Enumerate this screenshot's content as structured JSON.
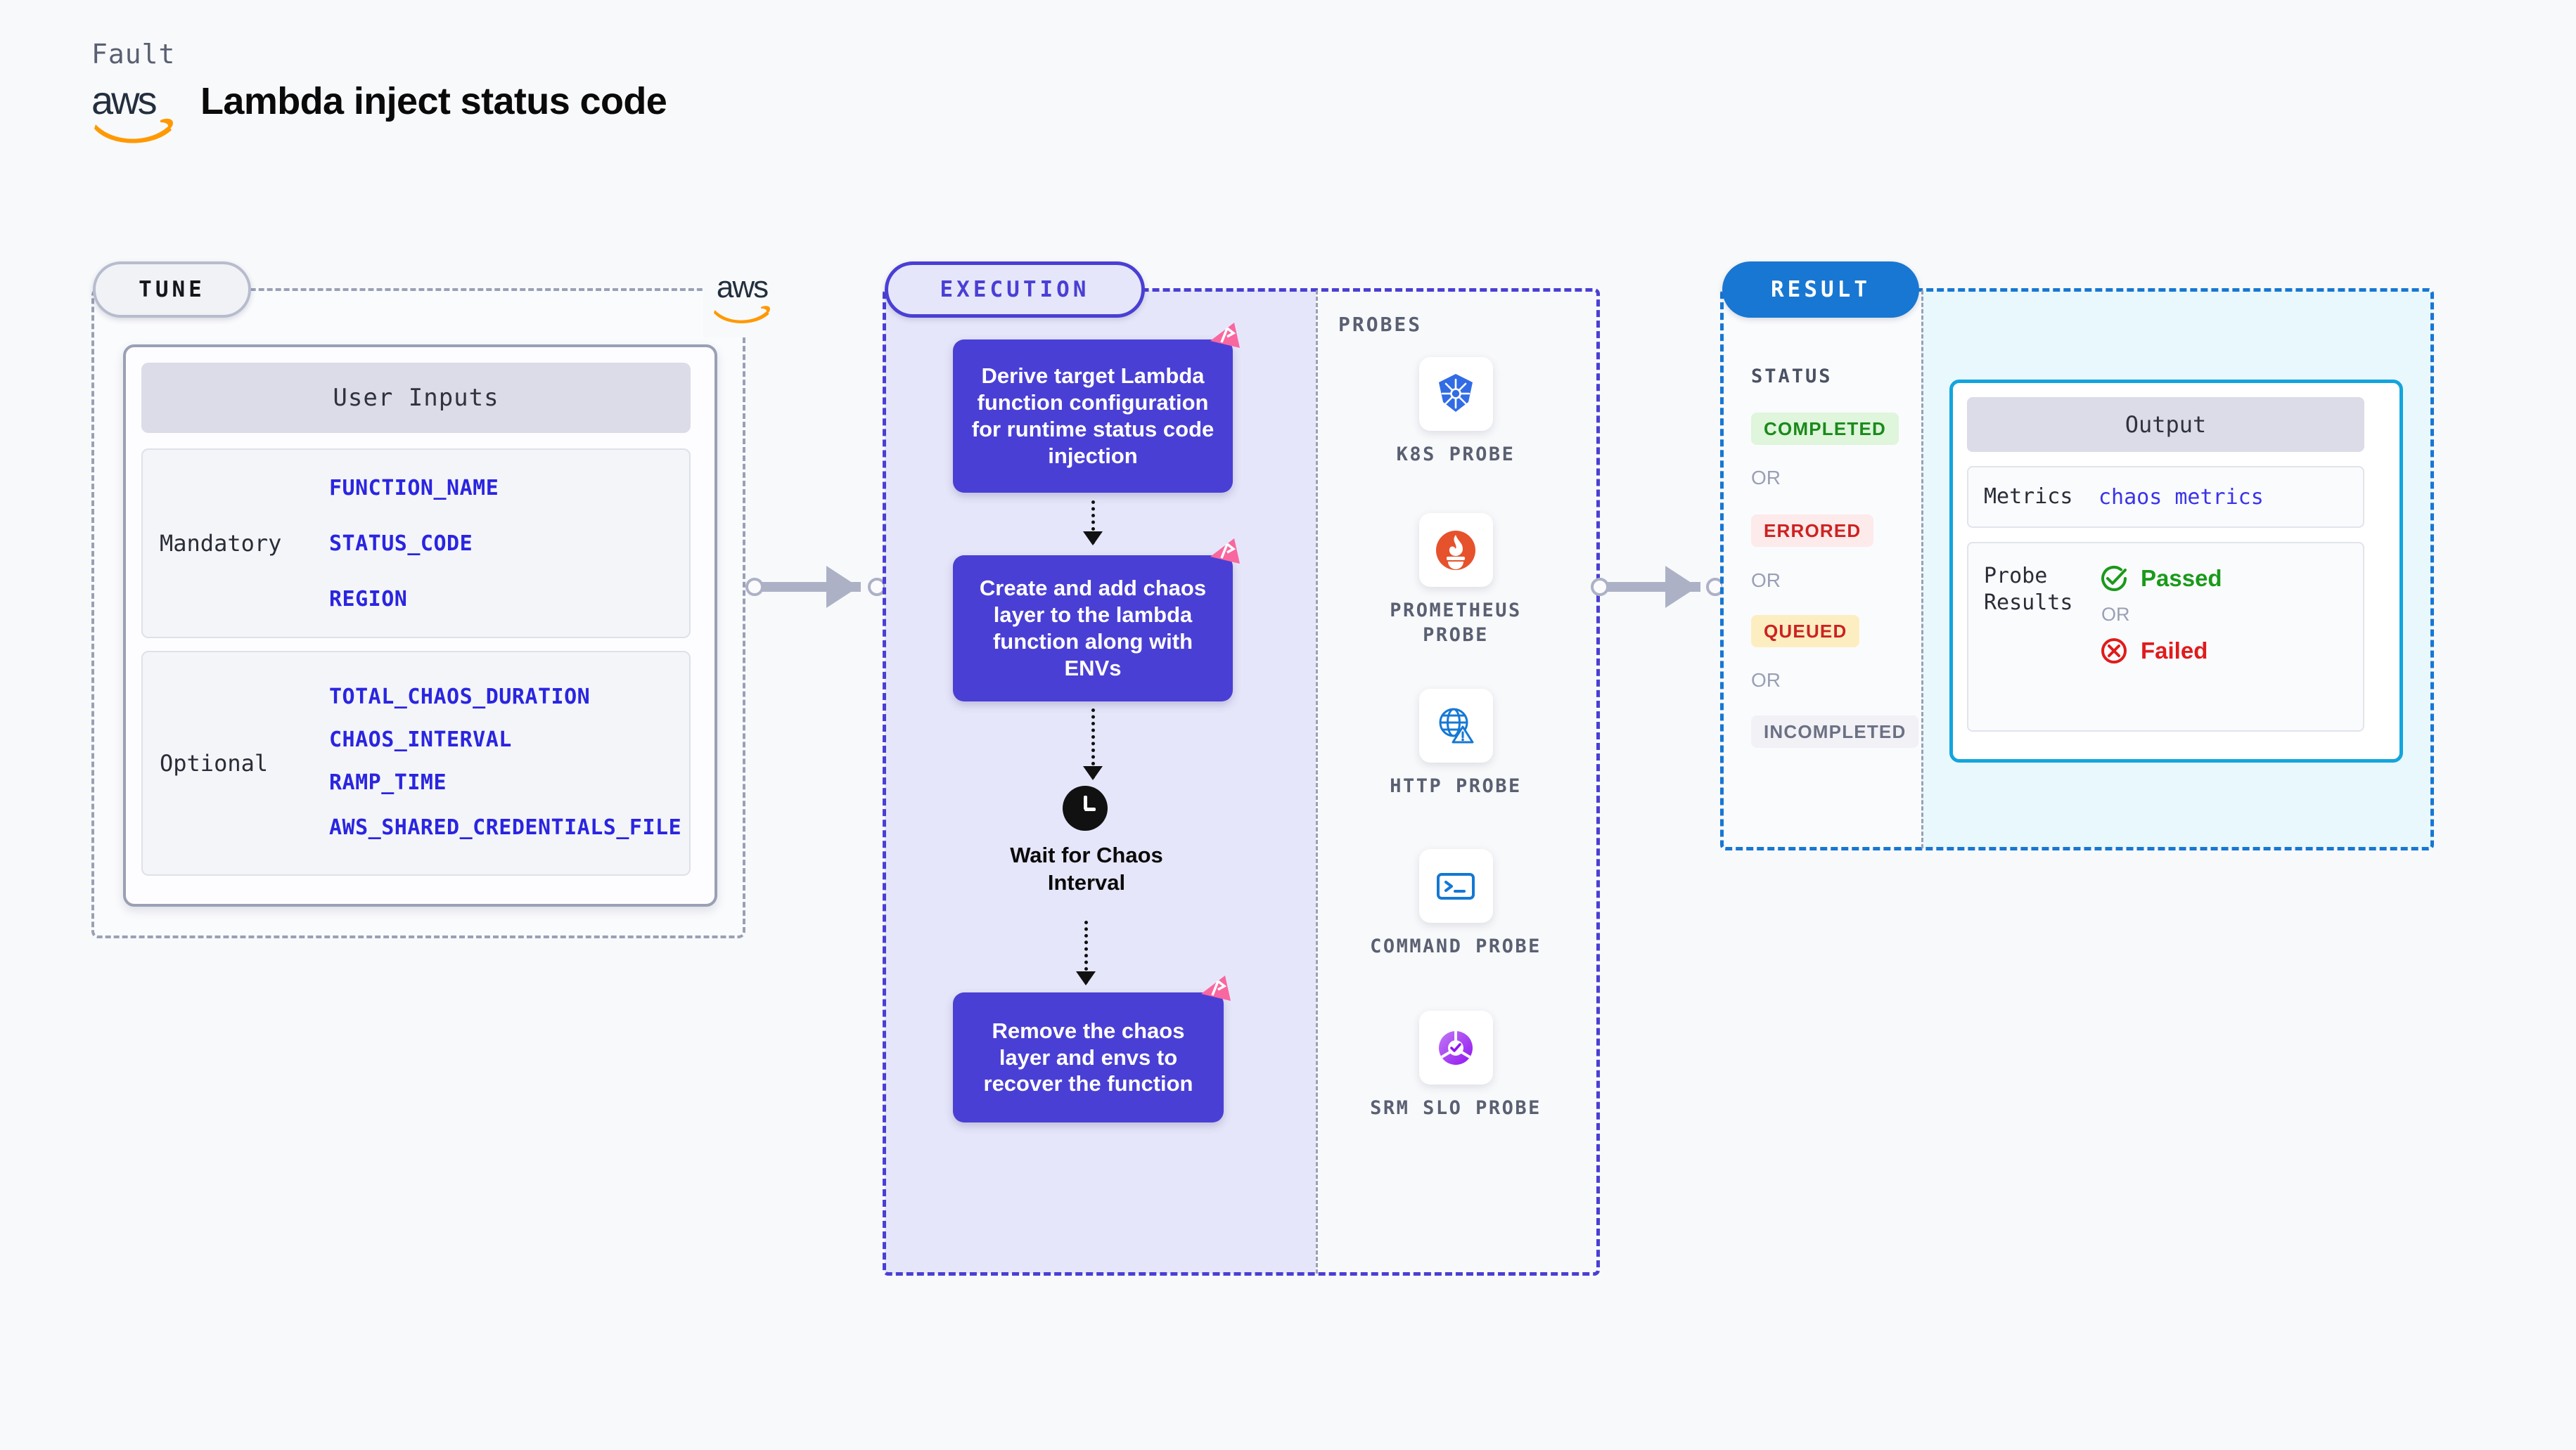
{
  "header": {
    "fault_label": "Fault",
    "title": "Lambda inject status code",
    "logo_text": "aws",
    "logo_name": "aws-logo"
  },
  "tune": {
    "pill_label": "TUNE",
    "aws_logo_text": "aws",
    "card_title": "User Inputs",
    "groups": [
      {
        "label": "Mandatory",
        "vars": [
          "FUNCTION_NAME",
          "STATUS_CODE",
          "REGION"
        ]
      },
      {
        "label": "Optional",
        "vars": [
          "TOTAL_CHAOS_DURATION",
          "CHAOS_INTERVAL",
          "RAMP_TIME",
          "AWS_SHARED_CREDENTIALS_FILE"
        ]
      }
    ]
  },
  "execution": {
    "pill_label": "EXECUTION",
    "nodes": [
      {
        "text": "Derive target Lambda function configuration for runtime status code injection",
        "badge": "litmus-badge-icon"
      },
      {
        "text": "Create and add chaos layer to the lambda function along with ENVs",
        "badge": "litmus-badge-icon"
      },
      {
        "text": "Wait for Chaos Interval",
        "badge": "clock-icon"
      },
      {
        "text": "Remove the chaos layer and envs to recover the function",
        "badge": "litmus-badge-icon"
      }
    ]
  },
  "probes": {
    "title": "PROBES",
    "items": [
      {
        "label": "K8S PROBE",
        "icon": "kubernetes-icon"
      },
      {
        "label": "PROMETHEUS PROBE",
        "icon": "prometheus-icon"
      },
      {
        "label": "HTTP PROBE",
        "icon": "http-globe-icon"
      },
      {
        "label": "COMMAND PROBE",
        "icon": "terminal-icon"
      },
      {
        "label": "SRM SLO PROBE",
        "icon": "srm-slo-icon"
      }
    ]
  },
  "result": {
    "pill_label": "RESULT",
    "status_title": "STATUS",
    "or_label": "OR",
    "statuses": [
      {
        "label": "COMPLETED",
        "bg": "#dff5dc",
        "color": "#1a8a1a"
      },
      {
        "label": "ERRORED",
        "bg": "#fdeaea",
        "color": "#cc2222"
      },
      {
        "label": "QUEUED",
        "bg": "#fdeec2",
        "color": "#cc2222"
      },
      {
        "label": "INCOMPLETED",
        "bg": "#f1f1f6",
        "color": "#6b7184"
      }
    ],
    "output": {
      "title": "Output",
      "metrics_key": "Metrics",
      "metrics_value": "chaos metrics",
      "probe_key": "Probe Results",
      "passed_label": "Passed",
      "failed_label": "Failed",
      "or_label": "OR"
    }
  },
  "colors": {
    "background": "#f8f9fb",
    "tune_border": "#9aa0b4",
    "execution_accent": "#4a3fd4",
    "execution_fill": "#e6e6fa",
    "result_accent": "#1877d2",
    "output_border": "#13a5dd",
    "output_fill": "#e9f8fd",
    "var_text": "#2a25e0",
    "litmus_pink": "#f8679f",
    "connector": "#adb1c6"
  }
}
